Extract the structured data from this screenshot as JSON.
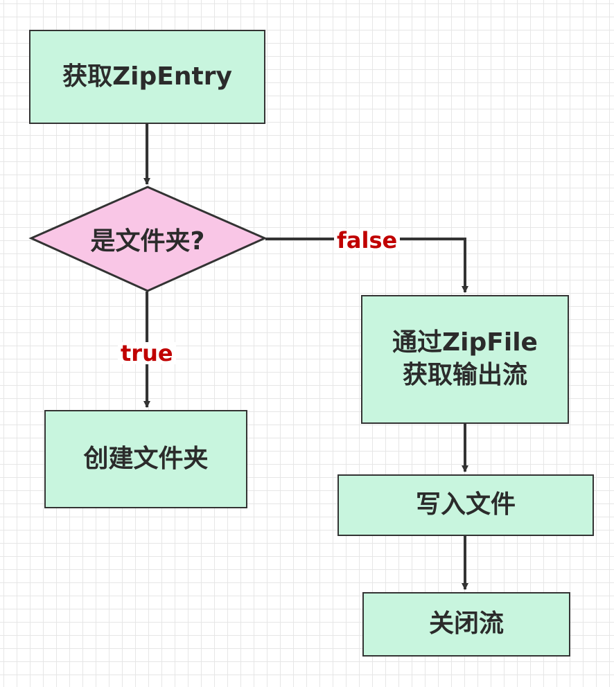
{
  "nodes": {
    "get_entry": "获取ZipEntry",
    "is_folder": "是文件夹?",
    "create_folder": "创建文件夹",
    "get_output_stream": "通过ZipFile\n获取输出流",
    "write_file": "写入文件",
    "close_stream": "关闭流"
  },
  "edges": {
    "true_label": "true",
    "false_label": "false"
  },
  "colors": {
    "process_fill": "#c8f5de",
    "decision_fill": "#f9c6e6",
    "stroke": "#333333",
    "edge_label": "#c00000"
  }
}
